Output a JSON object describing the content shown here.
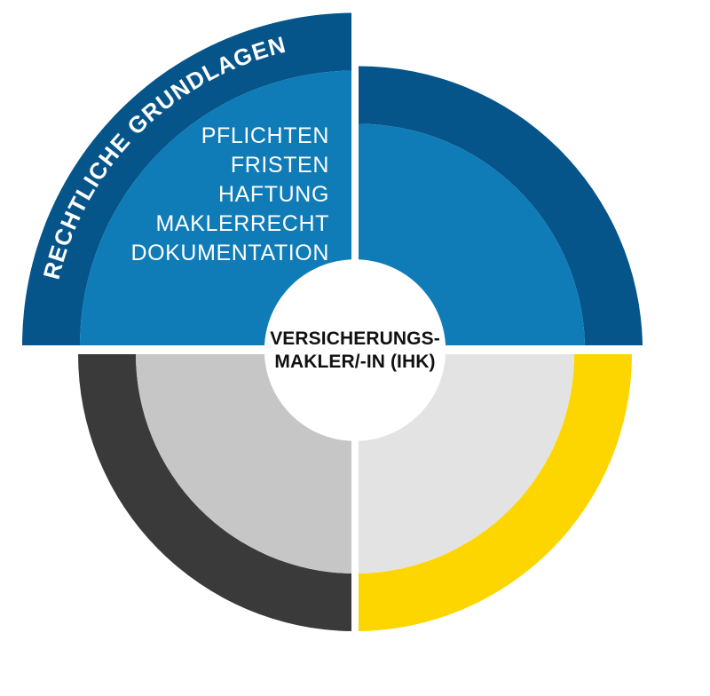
{
  "diagram": {
    "type": "quadrant-ring-wheel",
    "hub": {
      "line1": "VERSICHERUNGS-",
      "line2": "MAKLER/-IN (IHK)",
      "fill": "#ffffff",
      "text_color": "#111111"
    },
    "quadrants": [
      {
        "id": "top-left",
        "curved_label": "RECHTLICHE GRUNDLAGEN",
        "ring_color": "#05558a",
        "sector_color": "#0f7cb8",
        "label_color": "#ffffff",
        "items": [
          "PFLICHTEN",
          "FRISTEN",
          "HAFTUNG",
          "MAKLERRECHT",
          "DOKUMENTATION"
        ]
      },
      {
        "id": "top-right",
        "curved_label": "",
        "ring_color": "#05558a",
        "sector_color": "#0f7cb8",
        "label_color": "#ffffff",
        "items": []
      },
      {
        "id": "bottom-left",
        "curved_label": "",
        "ring_color": "#3a3a3a",
        "sector_color": "#c6c6c6",
        "label_color": "#ffffff",
        "items": []
      },
      {
        "id": "bottom-right",
        "curved_label": "",
        "ring_color": "#fdd600",
        "sector_color": "#e3e3e3",
        "label_color": "#ffffff",
        "items": []
      }
    ]
  }
}
